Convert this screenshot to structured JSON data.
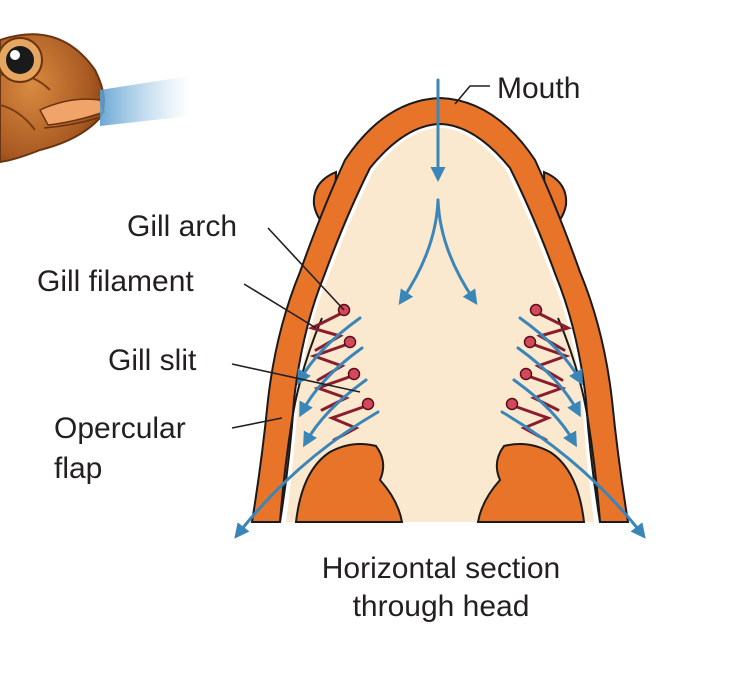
{
  "labels": {
    "mouth": "Mouth",
    "gill_arch": "Gill arch",
    "gill_filament": "Gill filament",
    "gill_slit": "Gill slit",
    "opercular_flap_line1": "Opercular",
    "opercular_flap_line2": "flap"
  },
  "caption": {
    "line1": "Horizontal section",
    "line2": "through head"
  },
  "colors": {
    "head_orange": "#e8742a",
    "head_cream": "#fbe9cf",
    "water_blue": "#3b86b8",
    "gill_red": "#8a1d2c",
    "fish_brown": "#b86a2c",
    "leader_line": "#231f20"
  }
}
